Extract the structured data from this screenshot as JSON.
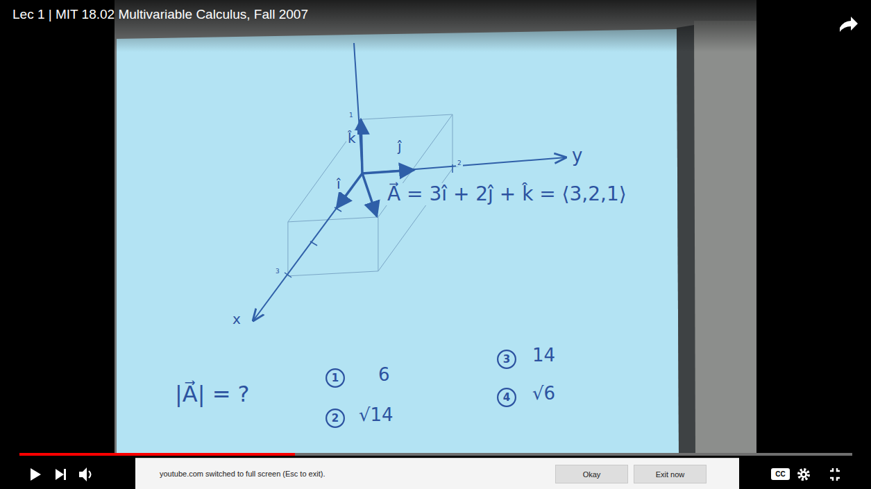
{
  "diagram": {
    "title": "Lec 1 | MIT 18.02 Multivariable Calculus, Fall 2007",
    "nodes": [
      {
        "text": [
          "1"
        ]
      },
      {
        "text": [
          "2"
        ]
      },
      {
        "text": [
          "3"
        ]
      },
      {
        "text": [
          "4"
        ]
      },
      {
        "text": [
          "youtube.com switched to full screen (Esc to exit)."
        ]
      },
      {
        "text": [
          "Okay"
        ],
        "in": 4
      },
      {
        "text": [
          "Exit now"
        ],
        "in": 4
      },
      {
        "text": [
          "CC"
        ]
      }
    ],
    "labels": [
      "k̂",
      "ĵ",
      "î",
      "y",
      "x",
      "A⃗ = 3î + 2ĵ + k̂ = ⟨3,2,1⟩",
      "1",
      "2",
      "3",
      "|A⃗| = ?",
      "6",
      "√14",
      "14",
      "√6"
    ]
  }
}
